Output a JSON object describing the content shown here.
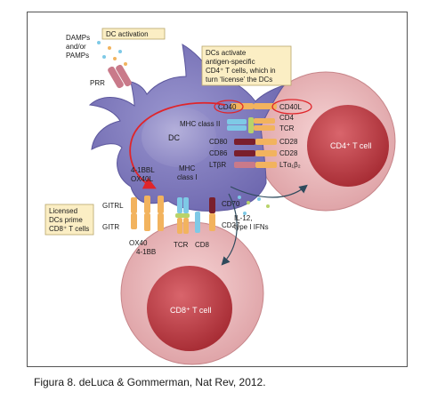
{
  "figure": {
    "caption": "Figura 8. deLuca & Gommerman, Nat Rev, 2012.",
    "dc_activation_label": "DC activation",
    "damps_line1": "DAMPs",
    "damps_line2": "and/or",
    "damps_line3": "PAMPs",
    "prr_label": "PRR",
    "dc_label": "DC",
    "cd4_box_line1": "DCs activate",
    "cd4_box_line2": "antigen-specific",
    "cd4_box_line3": "CD4⁺ T cells, which in",
    "cd4_box_line4": "turn ‘license’ the DCs",
    "cd4_cell_label": "CD4⁺ T cell",
    "cd8_cell_label": "CD8⁺ T cell",
    "licensed_line1": "Licensed",
    "licensed_line2": "DCs prime",
    "licensed_line3": "CD8⁺ T cells",
    "cytokine_line1": "IL-12,",
    "cytokine_line2": "type I IFNs",
    "dc_cd4_left_labels": [
      "CD40",
      "MHC class II",
      "CD80",
      "CD86",
      "LTβR"
    ],
    "tcell_cd4_right_labels": [
      "CD40L",
      "CD4",
      "TCR",
      "CD28",
      "CD28",
      "LTα₁β₂"
    ],
    "dc_cd8_top_labels": {
      "label_4_1bbl": "4-1BBL",
      "label_ox40l": "OX40L",
      "label_mhc_1": "MHC",
      "label_mhc_2": "class I",
      "label_gitrl": "GITRL",
      "label_cd70": "CD70"
    },
    "tcell_cd8_bottom_labels": {
      "label_gitr": "GITR",
      "label_ox40": "OX40",
      "label_4_1bb": "4-1BB",
      "label_tcr": "TCR",
      "label_cd8": "CD8",
      "label_cd27": "CD27"
    },
    "colors": {
      "dc_fill": "#7d78bb",
      "dc_nucleus": "#9c98cc",
      "tcell_outer": "#e9b3b6",
      "tcell_inner": "#b8353d",
      "callout_box": "#fbeec4",
      "arrow_red": "#e0252a",
      "arrow_dark": "#2e4a5c",
      "receptor_orange": "#f2b35e",
      "receptor_blue": "#7ec9e6",
      "receptor_maroon": "#7a1f2c"
    }
  }
}
